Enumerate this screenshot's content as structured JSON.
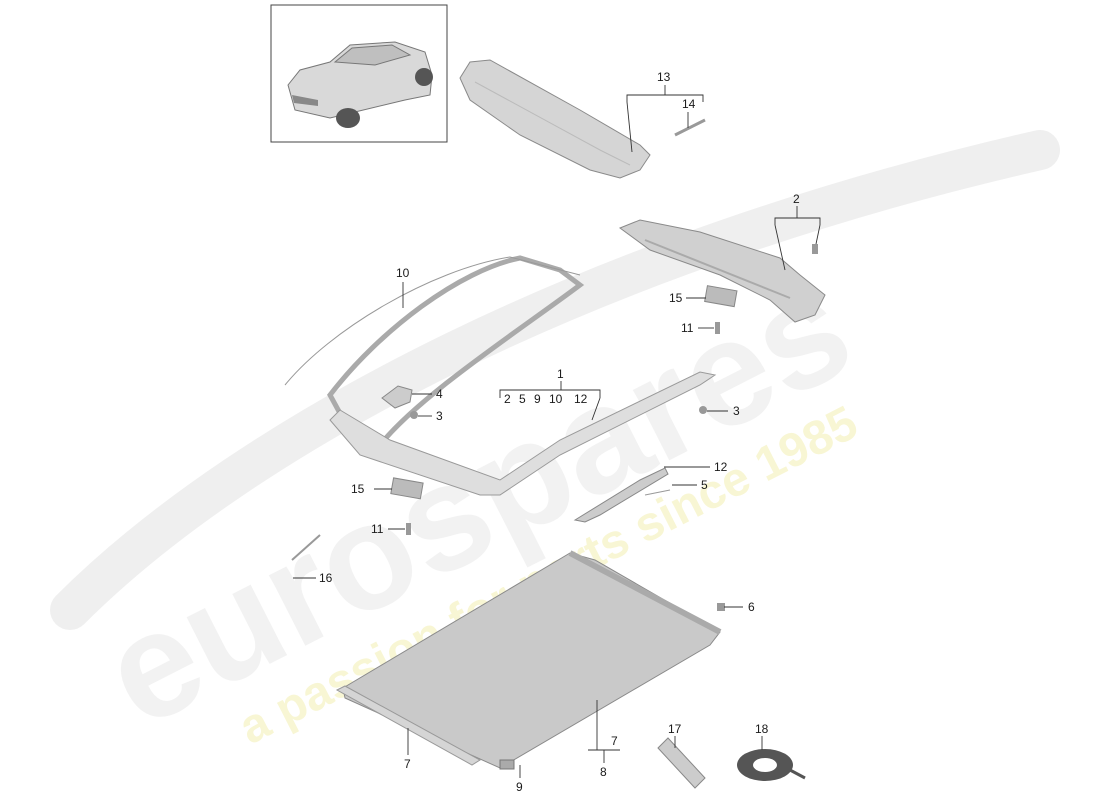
{
  "watermark": {
    "brand": "eurospares",
    "tagline": "a passion for parts since 1985",
    "brand_color": "#e8e8e8",
    "tagline_color": "#f3f0b8"
  },
  "callouts": {
    "c1": "1",
    "c1_group": [
      "2",
      "5",
      "9",
      "10",
      "12"
    ],
    "c2": "2",
    "c3a": "3",
    "c3b": "3",
    "c4": "4",
    "c5": "5",
    "c6": "6",
    "c7a": "7",
    "c7b": "7",
    "c8": "8",
    "c9": "9",
    "c10": "10",
    "c11a": "11",
    "c11b": "11",
    "c12": "12",
    "c13": "13",
    "c14": "14",
    "c15a": "15",
    "c15b": "15",
    "c16": "16",
    "c17": "17",
    "c18": "18"
  },
  "colors": {
    "part_fill": "#dcdcdc",
    "part_stroke": "#8a8a8a",
    "line": "#333333"
  }
}
